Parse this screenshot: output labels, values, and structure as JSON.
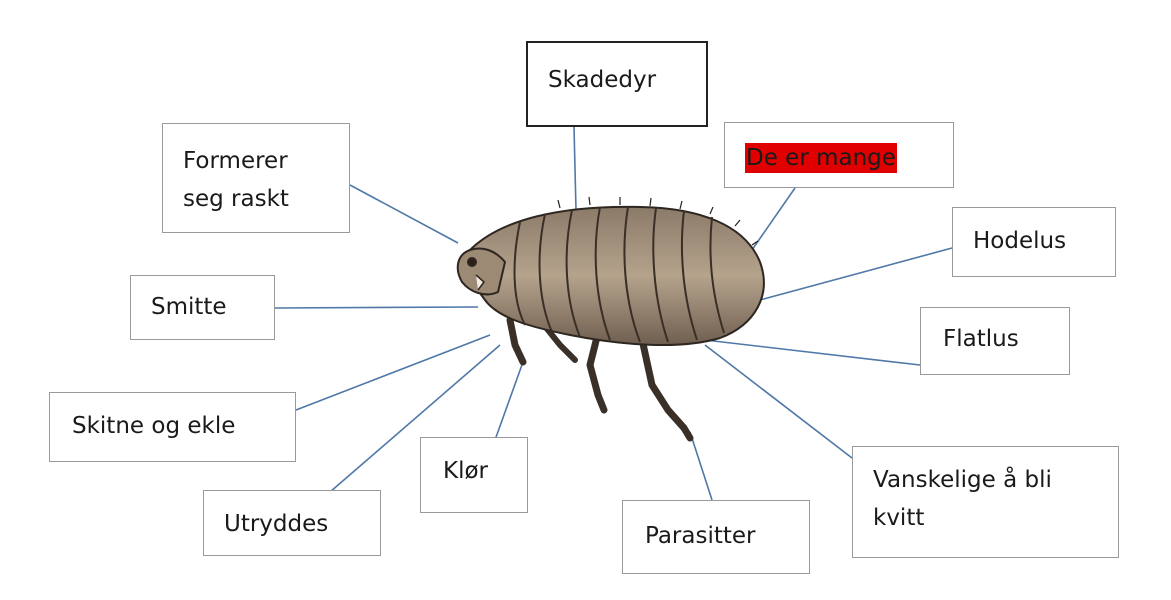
{
  "diagram": {
    "colors": {
      "connector": "#4f78a6",
      "highlight": "#e00000",
      "box_border": "#9a9a9a"
    },
    "center_image": "flea-icon",
    "labels": {
      "skadedyr": "Skadedyr",
      "formerer_line1": "Formerer",
      "formerer_line2": "seg raskt",
      "de_er_mange": "De er mange",
      "hodelus": "Hodelus",
      "smitte": "Smitte",
      "flatlus": "Flatlus",
      "skitne": "Skitne og ekle",
      "klor": "Klør",
      "utryddes": "Utryddes",
      "parasitter": "Parasitter",
      "vanskelige_line1": "Vanskelige å bli",
      "vanskelige_line2": "kvitt"
    }
  }
}
